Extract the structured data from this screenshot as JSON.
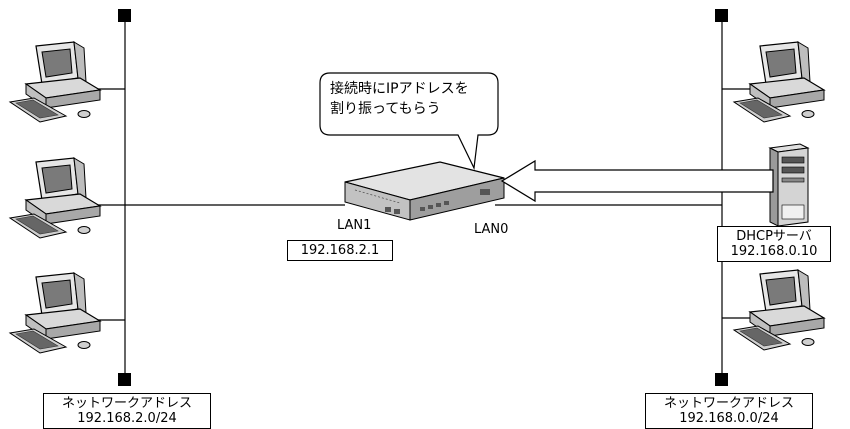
{
  "callout_text": [
    "接続時にIPアドレスを",
    "割り振ってもらう"
  ],
  "router": {
    "lan1_label": "LAN1",
    "lan0_label": "LAN0",
    "lan1_ip": "192.168.2.1"
  },
  "dhcp_server": {
    "name": "DHCPサーバ",
    "ip": "192.168.0.10"
  },
  "left_network": {
    "title": "ネットワークアドレス",
    "address": "192.168.2.0/24"
  },
  "right_network": {
    "title": "ネットワークアドレス",
    "address": "192.168.0.0/24"
  },
  "colors": {
    "line": "#000000",
    "pc_body": "#d9d9d9",
    "router_body": "#cfcfcf"
  }
}
